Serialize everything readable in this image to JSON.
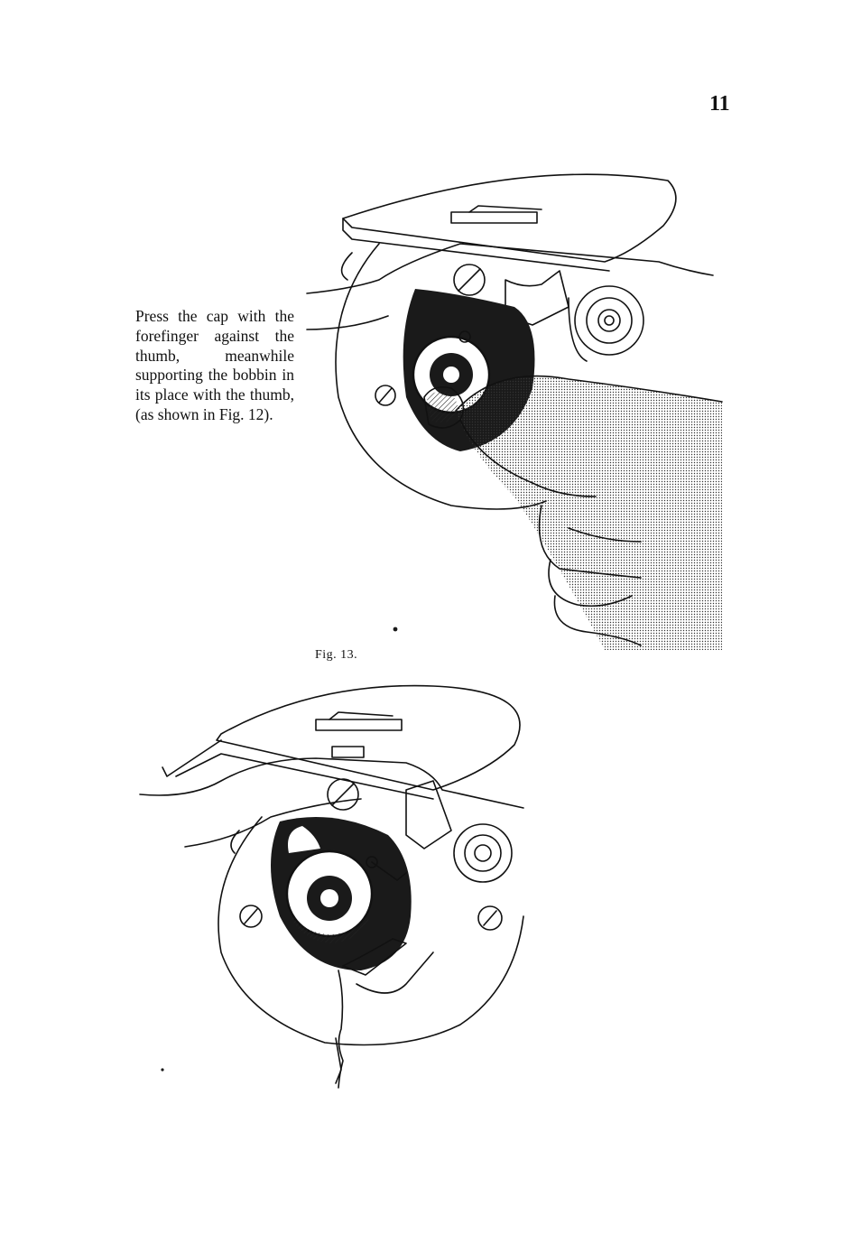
{
  "page": {
    "number": "11"
  },
  "instruction": {
    "text": "Press the cap with the forefinger against the thumb, meanwhile supporting the bobbin in its place with the thumb, (as shown in Fig. 12)."
  },
  "figures": [
    {
      "label": ""
    },
    {
      "label": "Fig. 13."
    }
  ]
}
